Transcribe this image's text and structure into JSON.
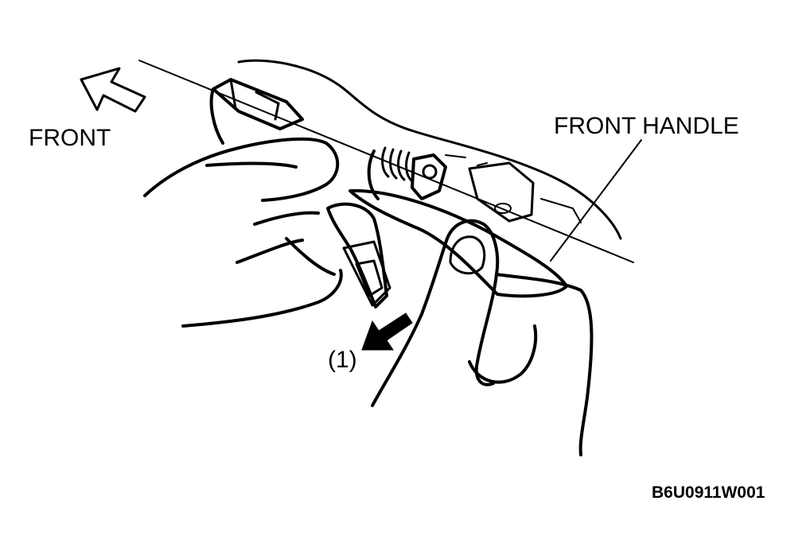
{
  "labels": {
    "front": "FRONT",
    "front_handle": "FRONT HANDLE",
    "step": "(1)",
    "figure_code": "B6U0911W001"
  },
  "colors": {
    "ink": "#000000",
    "paper": "#ffffff"
  }
}
